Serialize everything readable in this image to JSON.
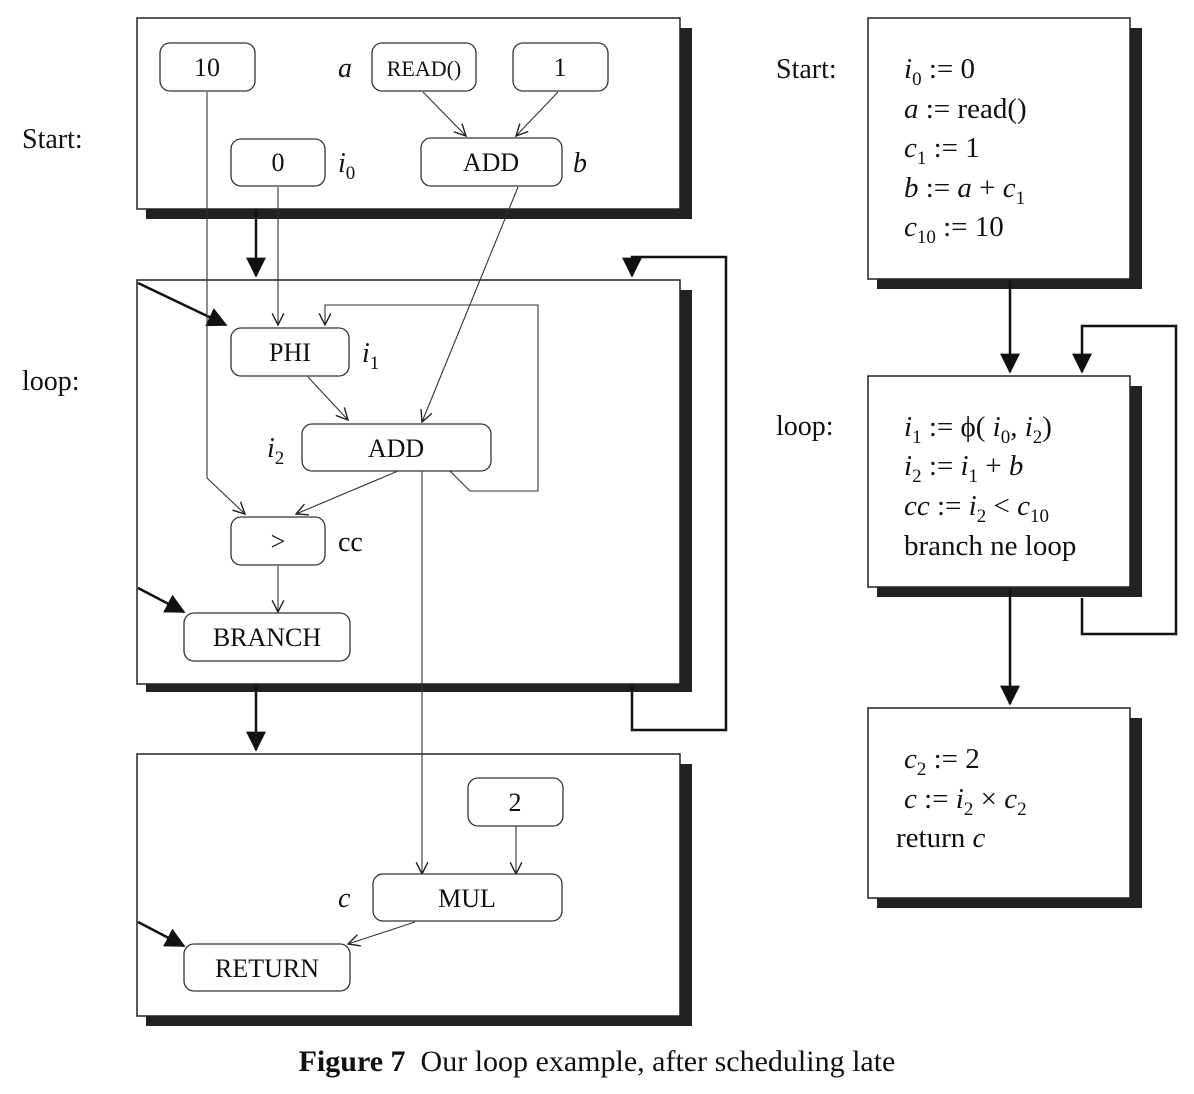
{
  "left_diagram": {
    "block_labels": {
      "start": "Start:",
      "loop": "loop:"
    },
    "start_block": {
      "nodes": {
        "const10": "10",
        "read": "READ()",
        "const1": "1",
        "const0": "0",
        "add": "ADD"
      },
      "value_names": {
        "a": "a",
        "b": "b",
        "i0": "i",
        "i0_sub": "0"
      }
    },
    "loop_block": {
      "nodes": {
        "phi": "PHI",
        "add": "ADD",
        "gt": ">",
        "branch": "BRANCH"
      },
      "value_names": {
        "i1": "i",
        "i1_sub": "1",
        "i2": "i",
        "i2_sub": "2",
        "cc": "cc"
      }
    },
    "exit_block": {
      "nodes": {
        "const2": "2",
        "mul": "MUL",
        "ret": "RETURN"
      },
      "value_names": {
        "c": "c"
      }
    }
  },
  "right_code": {
    "block_labels": {
      "start": "Start:",
      "loop": "loop:"
    },
    "start_block": [
      "i₀ := 0",
      "a := read()",
      "c₁ := 1",
      "b := a + c₁",
      "c₁₀ := 10"
    ],
    "loop_block": [
      "i₁ := ϕ( i₀, i₂)",
      "i₂ := i₁ + b",
      "cc := i₂ < c₁₀",
      "branch ne loop"
    ],
    "exit_block": [
      "c₂ := 2",
      "c := i₂ × c₂",
      "return c"
    ]
  },
  "caption": {
    "label": "Figure 7",
    "text": "Our loop example, after scheduling late"
  }
}
